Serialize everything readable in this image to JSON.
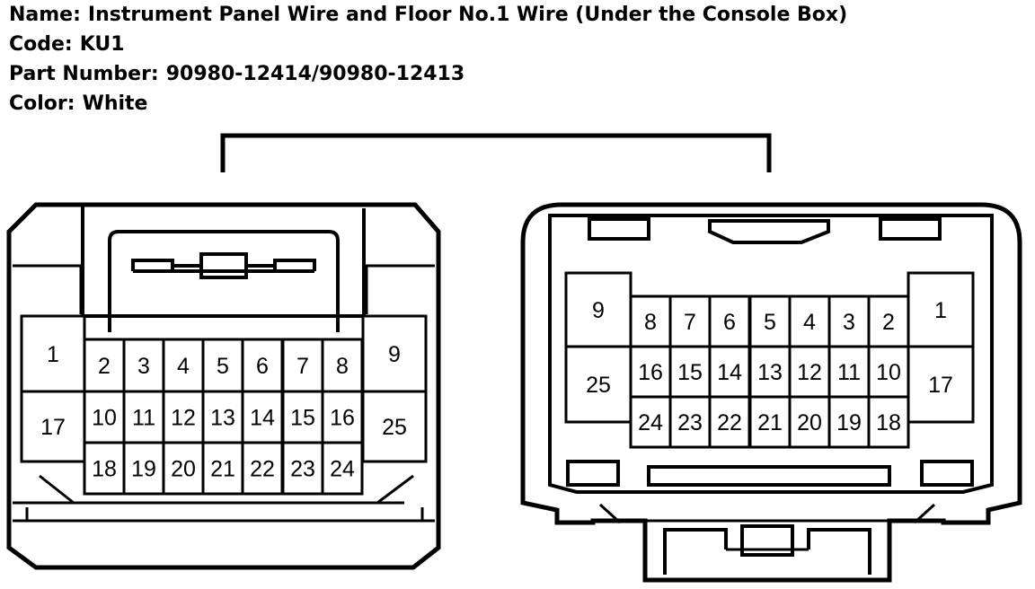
{
  "header": {
    "name_label": "Name:",
    "name_value": "Instrument Panel Wire and Floor No.1 Wire (Under the Console Box)",
    "code_label": "Code:",
    "code_value": "KU1",
    "part_label": "Part Number:",
    "part_value": "90980-12414/90980-12413",
    "color_label": "Color:",
    "color_value": "White"
  },
  "connector_left": {
    "pins": [
      "1",
      "2",
      "3",
      "4",
      "5",
      "6",
      "7",
      "8",
      "9",
      "10",
      "11",
      "12",
      "13",
      "14",
      "15",
      "16",
      "17",
      "18",
      "19",
      "20",
      "21",
      "22",
      "23",
      "24",
      "25"
    ]
  },
  "connector_right": {
    "pins": [
      "1",
      "2",
      "3",
      "4",
      "5",
      "6",
      "7",
      "8",
      "9",
      "10",
      "11",
      "12",
      "13",
      "14",
      "15",
      "16",
      "17",
      "18",
      "19",
      "20",
      "21",
      "22",
      "23",
      "24",
      "25"
    ]
  }
}
